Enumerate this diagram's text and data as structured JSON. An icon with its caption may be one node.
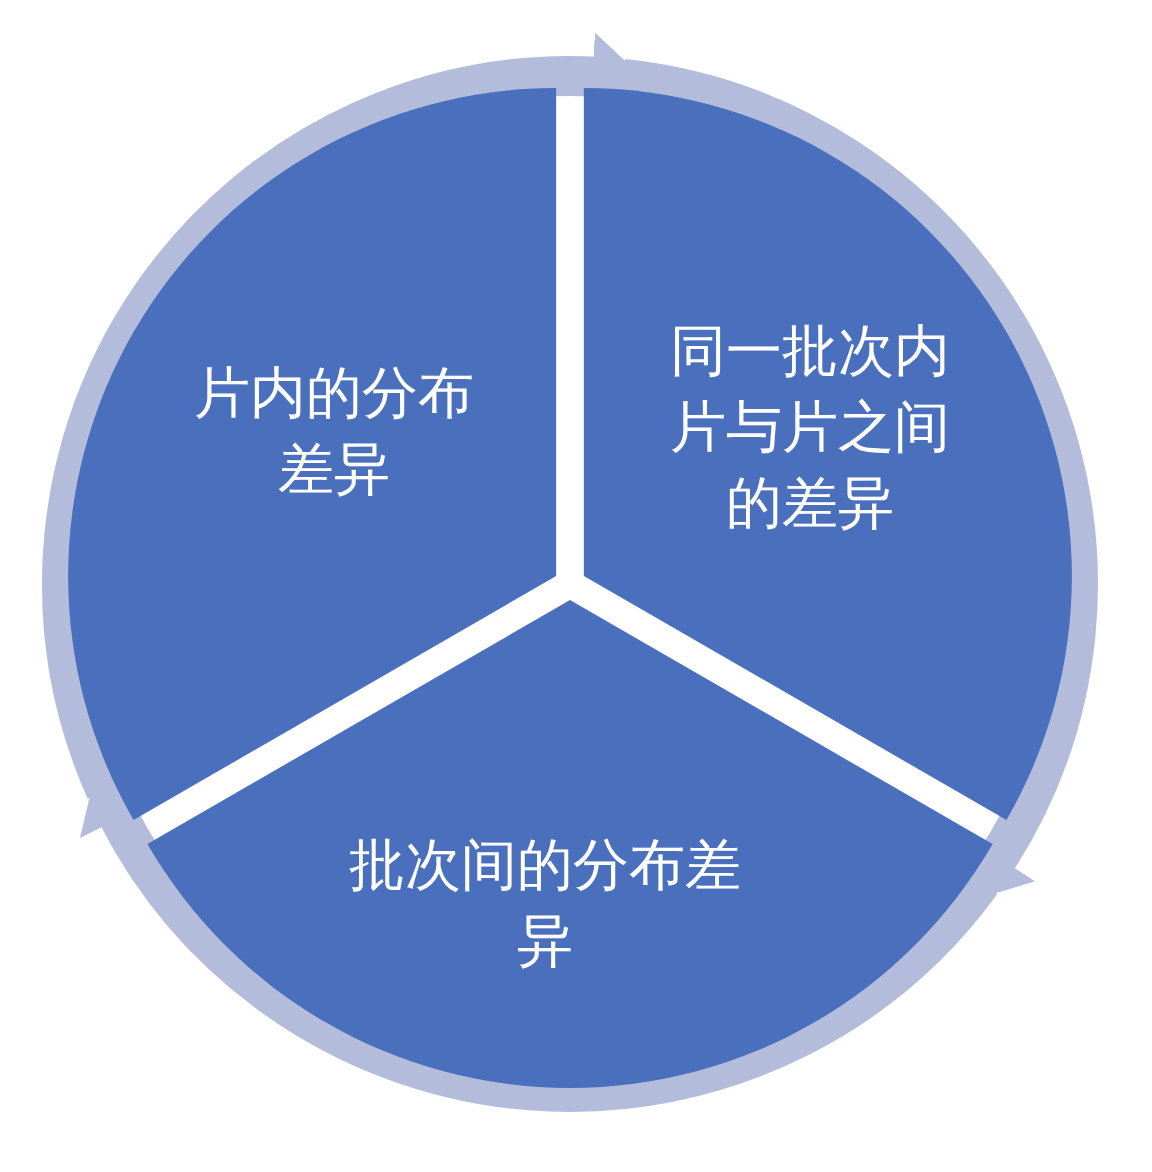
{
  "diagram": {
    "nodes": [
      {
        "text": [
          "片内的分布差异"
        ]
      },
      {
        "text": [
          "同一批次内片与片之间的差异"
        ]
      },
      {
        "text": [
          "批次间的分布差异"
        ]
      }
    ],
    "edges": [
      {
        "from": 0,
        "to": 1,
        "arrow": "to"
      },
      {
        "from": 1,
        "to": 2,
        "arrow": "to"
      },
      {
        "from": 2,
        "to": 0,
        "arrow": "to"
      }
    ]
  }
}
